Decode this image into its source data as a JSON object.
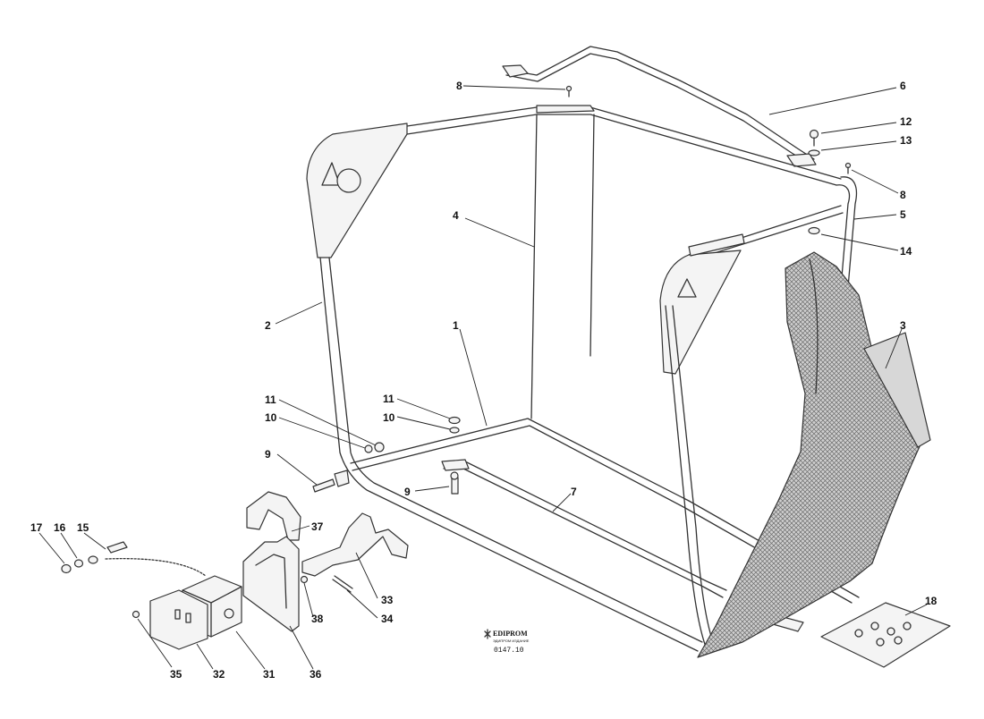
{
  "diagram": {
    "callouts": [
      {
        "id": "c8a",
        "text": "8"
      },
      {
        "id": "c6",
        "text": "6"
      },
      {
        "id": "c12",
        "text": "12"
      },
      {
        "id": "c13",
        "text": "13"
      },
      {
        "id": "c8b",
        "text": "8"
      },
      {
        "id": "c5",
        "text": "5"
      },
      {
        "id": "c14",
        "text": "14"
      },
      {
        "id": "c4",
        "text": "4"
      },
      {
        "id": "c3",
        "text": "3"
      },
      {
        "id": "c2",
        "text": "2"
      },
      {
        "id": "c1",
        "text": "1"
      },
      {
        "id": "c11a",
        "text": "11"
      },
      {
        "id": "c10a",
        "text": "10"
      },
      {
        "id": "c11b",
        "text": "11"
      },
      {
        "id": "c10b",
        "text": "10"
      },
      {
        "id": "c9a",
        "text": "9"
      },
      {
        "id": "c9b",
        "text": "9"
      },
      {
        "id": "c7",
        "text": "7"
      },
      {
        "id": "c37",
        "text": "37"
      },
      {
        "id": "c17",
        "text": "17"
      },
      {
        "id": "c16",
        "text": "16"
      },
      {
        "id": "c15",
        "text": "15"
      },
      {
        "id": "c33",
        "text": "33"
      },
      {
        "id": "c34",
        "text": "34"
      },
      {
        "id": "c38",
        "text": "38"
      },
      {
        "id": "c18",
        "text": "18"
      },
      {
        "id": "c35",
        "text": "35"
      },
      {
        "id": "c32",
        "text": "32"
      },
      {
        "id": "c31",
        "text": "31"
      },
      {
        "id": "c36",
        "text": "36"
      }
    ],
    "logo": {
      "name": "EDIPROM",
      "tagline": "ЭДИПРОМ ИЗДАНИЕ"
    },
    "drawing_code": "0147.10"
  }
}
